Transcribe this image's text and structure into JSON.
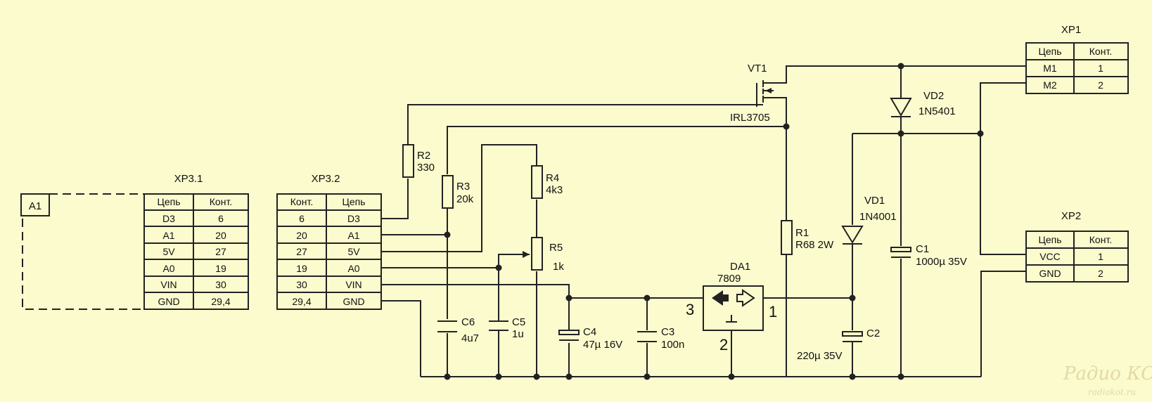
{
  "connectors": {
    "xp31": {
      "title": "XP3.1",
      "headers": [
        "Цепь",
        "Конт."
      ],
      "rows": [
        [
          "D3",
          "6"
        ],
        [
          "A1",
          "20"
        ],
        [
          "5V",
          "27"
        ],
        [
          "A0",
          "19"
        ],
        [
          "VIN",
          "30"
        ],
        [
          "GND",
          "29,4"
        ]
      ]
    },
    "xp32": {
      "title": "XP3.2",
      "headers": [
        "Конт.",
        "Цепь"
      ],
      "rows": [
        [
          "6",
          "D3"
        ],
        [
          "20",
          "A1"
        ],
        [
          "27",
          "5V"
        ],
        [
          "19",
          "A0"
        ],
        [
          "30",
          "VIN"
        ],
        [
          "29,4",
          "GND"
        ]
      ]
    },
    "xp1": {
      "title": "XP1",
      "headers": [
        "Цепь",
        "Конт."
      ],
      "rows": [
        [
          "M1",
          "1"
        ],
        [
          "M2",
          "2"
        ]
      ]
    },
    "xp2": {
      "title": "XP2",
      "headers": [
        "Цепь",
        "Конт."
      ],
      "rows": [
        [
          "VCC",
          "1"
        ],
        [
          "GND",
          "2"
        ]
      ]
    }
  },
  "module": {
    "label": "A1"
  },
  "components": {
    "r1": {
      "ref": "R1",
      "value": "R68 2W"
    },
    "r2": {
      "ref": "R2",
      "value": "330"
    },
    "r3": {
      "ref": "R3",
      "value": "20k"
    },
    "r4": {
      "ref": "R4",
      "value": "4k3"
    },
    "r5": {
      "ref": "R5",
      "value": "1k"
    },
    "c1": {
      "ref": "C1",
      "value": "1000µ 35V"
    },
    "c2": {
      "ref": "C2",
      "value": "220µ 35V"
    },
    "c3": {
      "ref": "C3",
      "value": "100n"
    },
    "c4": {
      "ref": "C4",
      "value": "47µ 16V"
    },
    "c5": {
      "ref": "C5",
      "value": "1u"
    },
    "c6": {
      "ref": "C6",
      "value": "4u7"
    },
    "vd1": {
      "ref": "VD1",
      "value": "1N4001"
    },
    "vd2": {
      "ref": "VD2",
      "value": "1N5401"
    },
    "vt1": {
      "ref": "VT1",
      "value": "IRL3705"
    },
    "da1": {
      "ref": "DA1",
      "value": "7809",
      "pin1": "1",
      "pin2": "2",
      "pin3": "3"
    }
  },
  "watermark": {
    "line1": "Радио КОТ",
    "line2": "radiokot.ru"
  }
}
